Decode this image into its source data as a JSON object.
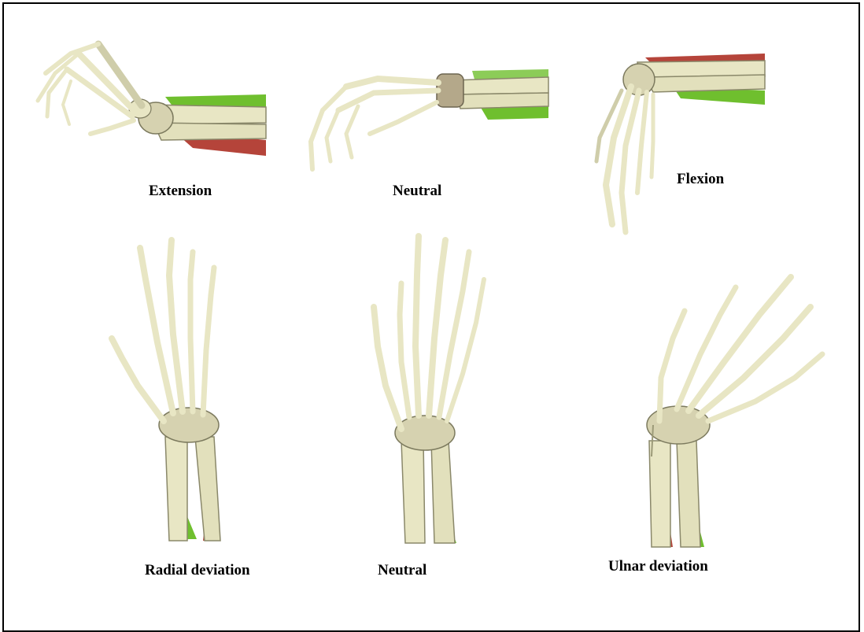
{
  "figure": {
    "top_row": {
      "left_caption": "Extension",
      "middle_caption": "Neutral",
      "right_caption": "Flexion"
    },
    "bottom_row": {
      "left_caption": "Radial deviation",
      "middle_caption": "Neutral",
      "right_caption": "Ulnar deviation"
    }
  },
  "colors": {
    "bone": "#e8e6c4",
    "bone_shadow": "#9c9a78",
    "extensor_muscle": "#6fbf2e",
    "flexor_muscle": "#b5443a",
    "frame_border": "#000000"
  }
}
